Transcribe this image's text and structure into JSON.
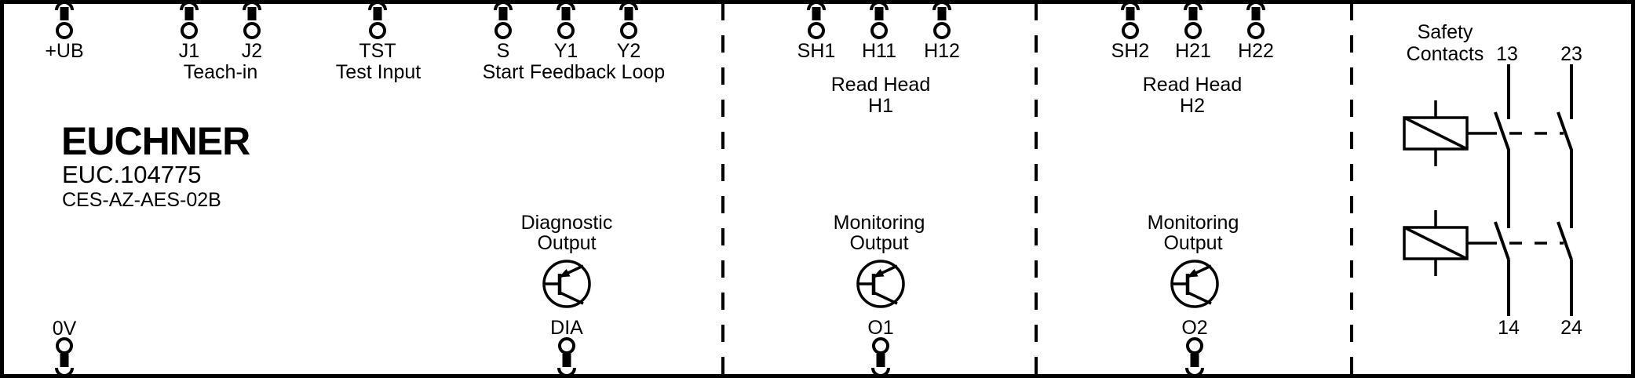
{
  "device": {
    "brand": "EUCHNER",
    "article_number": "EUC.104775",
    "model": "CES-AZ-AES-02B"
  },
  "terminals": {
    "top": [
      {
        "id": "ub",
        "label": "+UB"
      },
      {
        "id": "j1",
        "label": "J1"
      },
      {
        "id": "j2",
        "label": "J2"
      },
      {
        "id": "tst",
        "label": "TST"
      },
      {
        "id": "s",
        "label": "S"
      },
      {
        "id": "y1",
        "label": "Y1"
      },
      {
        "id": "y2",
        "label": "Y2"
      },
      {
        "id": "sh1",
        "label": "SH1"
      },
      {
        "id": "h11",
        "label": "H11"
      },
      {
        "id": "h12",
        "label": "H12"
      },
      {
        "id": "sh2",
        "label": "SH2"
      },
      {
        "id": "h21",
        "label": "H21"
      },
      {
        "id": "h22",
        "label": "H22"
      }
    ],
    "bottom": [
      {
        "id": "0v",
        "label": "0V"
      },
      {
        "id": "dia",
        "label": "DIA"
      },
      {
        "id": "o1",
        "label": "O1"
      },
      {
        "id": "o2",
        "label": "O2"
      }
    ]
  },
  "sections": {
    "teach_in": "Teach-in",
    "test_input": "Test Input",
    "start": "Start",
    "feedback_loop": "Feedback Loop",
    "read_head_h1": [
      "Read Head",
      "H1"
    ],
    "read_head_h2": [
      "Read Head",
      "H2"
    ],
    "safety_contacts": [
      "Safety",
      "Contacts"
    ]
  },
  "outputs": {
    "diagnostic": [
      "Diagnostic",
      "Output"
    ],
    "monitoring_1": [
      "Monitoring",
      "Output"
    ],
    "monitoring_2": [
      "Monitoring",
      "Output"
    ]
  },
  "safety_contact_numbers": {
    "top": [
      "13",
      "23"
    ],
    "bottom": [
      "14",
      "24"
    ]
  },
  "colors": {
    "ink": "#000000",
    "paper": "#ffffff"
  }
}
